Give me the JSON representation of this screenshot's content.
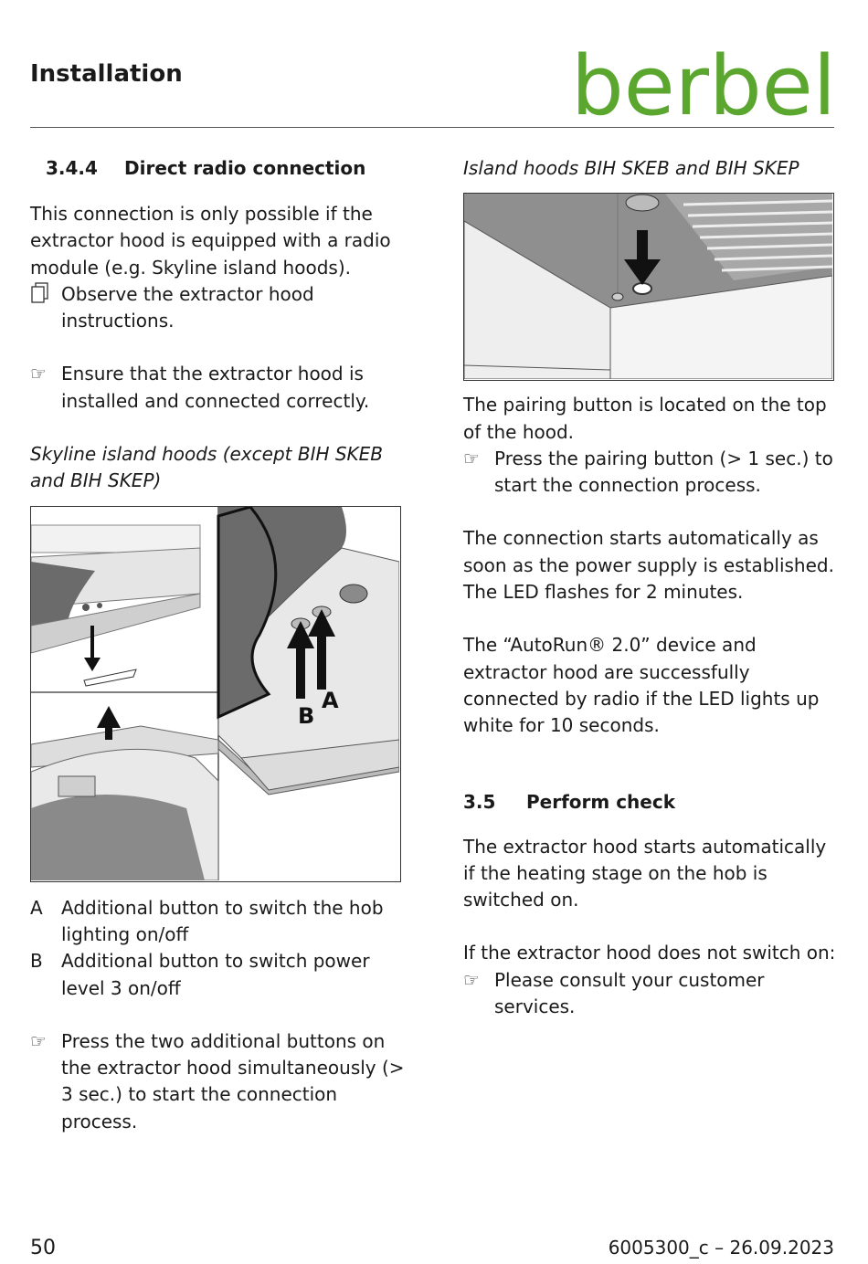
{
  "header": {
    "title": "Installation",
    "logo_text": "berbel",
    "logo_color": "#5aa62e"
  },
  "left": {
    "section_num": "3.4.4",
    "section_title": "Direct radio connection",
    "intro": "This connection is only possible if the extractor hood is equipped with a radio module (e.g. Skyline island hoods).",
    "observe": "Observe the extractor hood instructions.",
    "ensure": "Ensure that the extractor hood is installed and connected correctly.",
    "skyline_caption": "Skyline island hoods (except BIH SKEB and BIH SKEP)",
    "figure_labels": {
      "a": "A",
      "b": "B"
    },
    "legend": [
      {
        "key": "A",
        "text": "Additional button to switch the hob lighting on/off"
      },
      {
        "key": "B",
        "text": "Additional button to switch power level 3 on/off"
      }
    ],
    "press_two": "Press the two additional buttons on the extractor hood simultaneously (> 3 sec.) to start the connection process."
  },
  "right": {
    "island_caption": "Island hoods BIH SKEB and BIH SKEP",
    "pairing_location": "The pairing button is located on the top of the hood.",
    "press_pairing": "Press the pairing button (> 1 sec.) to start the connection process.",
    "auto_start": "The connection starts automatically as soon as the power supply is established. The LED flashes for 2 minutes.",
    "autorun": "The “AutoRun® 2.0” device and extractor hood are successfully connected by radio if the LED lights up white for 10 seconds.",
    "section_num": "3.5",
    "section_title": "Perform check",
    "check_intro": "The extractor hood starts automatically if the heating stage on the hob is switched on.",
    "if_not": "If the extractor hood does not switch on:",
    "consult": "Please consult your customer services."
  },
  "footer": {
    "page": "50",
    "doc": "6005300_c – 26.09.2023"
  },
  "icons": {
    "instruction": "pointing-hand-icon",
    "observe": "documents-icon"
  }
}
